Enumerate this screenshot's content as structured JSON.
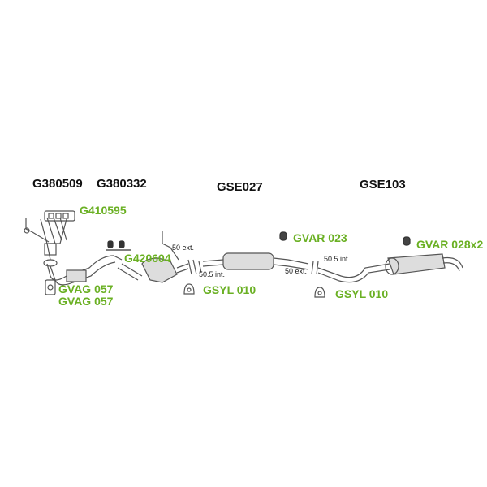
{
  "colors": {
    "part_number": "#111111",
    "reference": "#6ab023",
    "drawing": "#555555"
  },
  "part_numbers": {
    "manifold_1": "G380509",
    "manifold_2": "G380332",
    "middle_silencer": "GSE027",
    "rear_silencer": "GSE103"
  },
  "references": {
    "gasket_manifold": "G410595",
    "catalyst": "G420604",
    "gasket_1": "GVAG 057",
    "gasket_2": "GVAG 057",
    "clamp_1": "GSYL 010",
    "clamp_2": "GSYL 010",
    "rubber_mount_1": "GVAR 023",
    "rubber_mount_2": "GVAR 028x2"
  },
  "dimensions": {
    "front_ext": "50 ext.",
    "front_int": "50.5 int.",
    "rear_ext": "50 ext.",
    "rear_int": "50.5 int."
  }
}
